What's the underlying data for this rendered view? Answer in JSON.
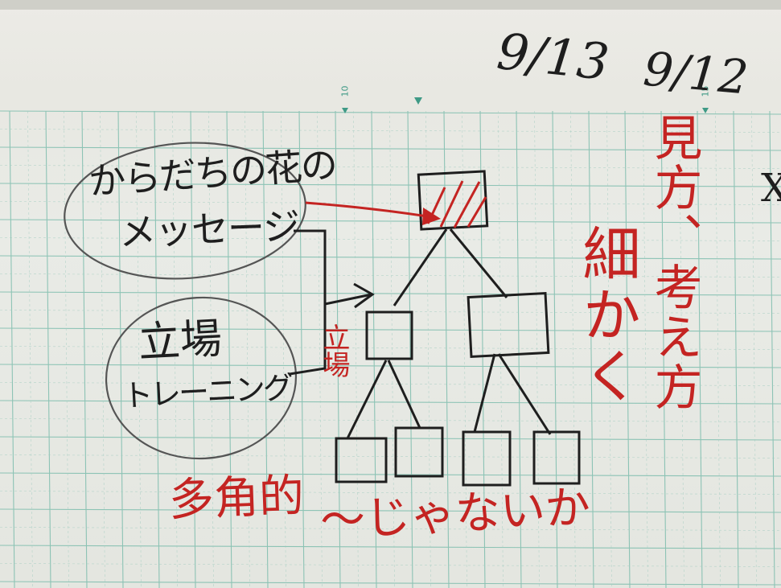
{
  "scale_marks": {
    "left": "10",
    "right": "15"
  },
  "dates": {
    "first": "9/13",
    "second": "9/12"
  },
  "bubbles": {
    "top": {
      "line1": "からだちの花の",
      "line2": "メッセージ"
    },
    "bottom": {
      "line1": "立場",
      "line2": "トレーニング"
    }
  },
  "tree_label": "立場",
  "notes": {
    "detail": "細かく",
    "view": "見方、考え方",
    "multi": "多角的",
    "question": "〜じゃないか"
  },
  "edge_mark": "X",
  "colors": {
    "paper": "#e9ebe6",
    "grid": "#6fb7a6",
    "black_ink": "#1e1e1e",
    "red_ink": "#c42422",
    "pencil": "#555555"
  }
}
